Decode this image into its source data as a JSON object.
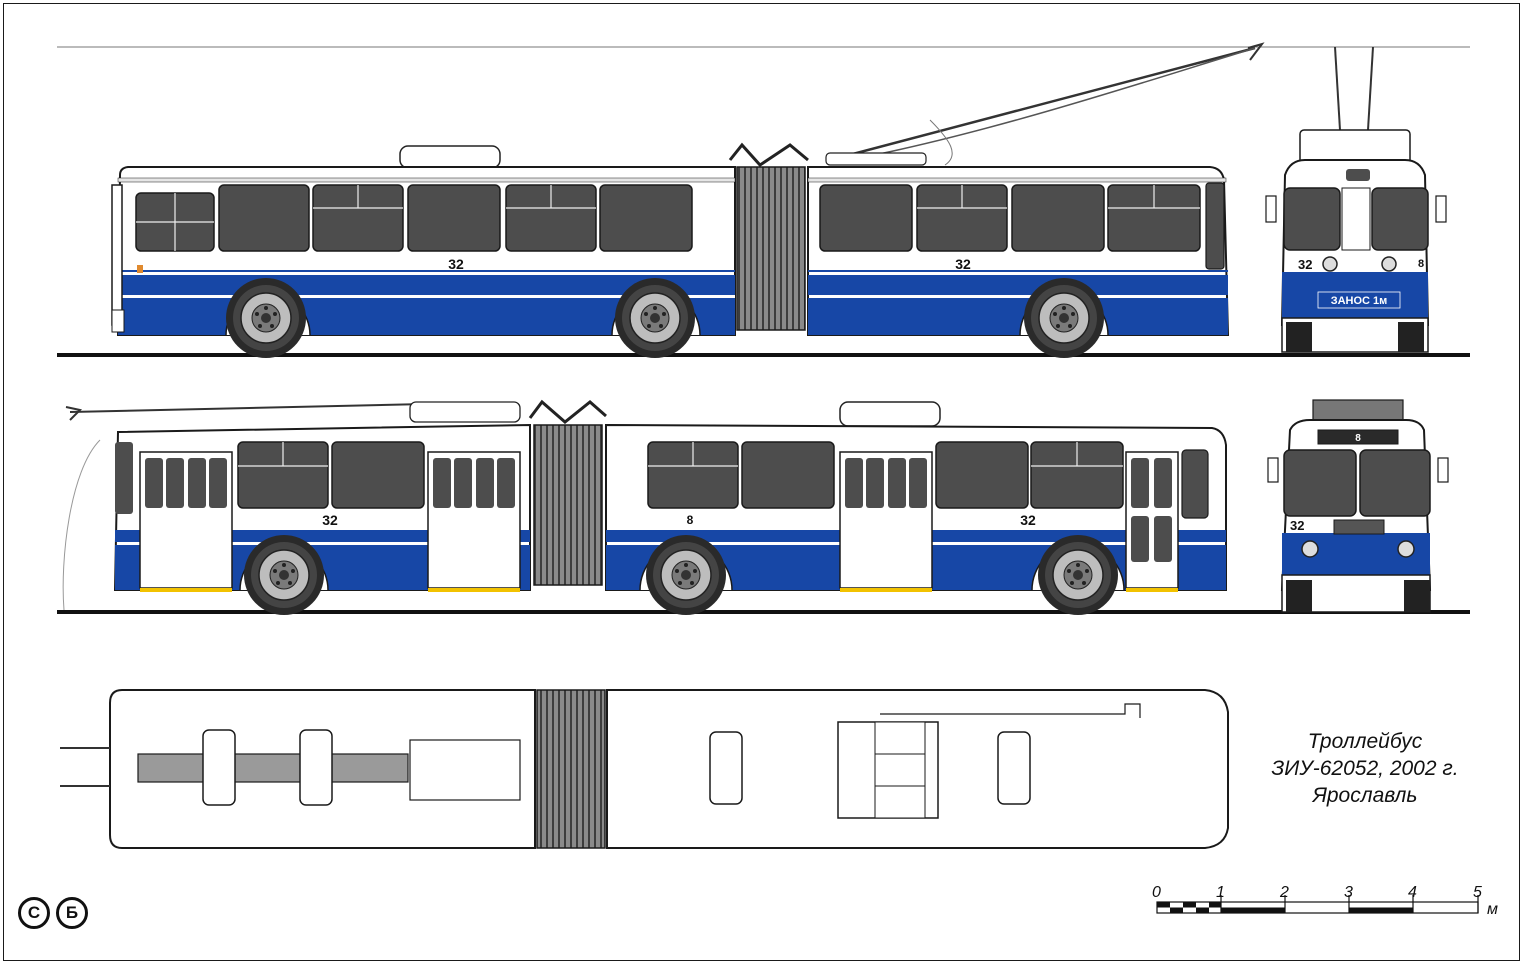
{
  "caption": {
    "line1": "Троллейбус",
    "line2": "ЗИУ-62052, 2002 г.",
    "line3": "Ярославль"
  },
  "fleet_number": "32",
  "route_number": "8",
  "rear_sign": "ЗАНОС 1м",
  "scale": {
    "ticks": [
      "0",
      "1",
      "2",
      "3",
      "4",
      "5"
    ],
    "unit": "м"
  },
  "logo": [
    "С",
    "Б"
  ],
  "colors": {
    "body_blue": "#1747a6",
    "window_grey": "#4d4d4d",
    "outline": "#1a1a1a",
    "bellows": "#6e6e6e",
    "roof_panel": "#9a9a9a",
    "step_yellow": "#f2c200"
  }
}
